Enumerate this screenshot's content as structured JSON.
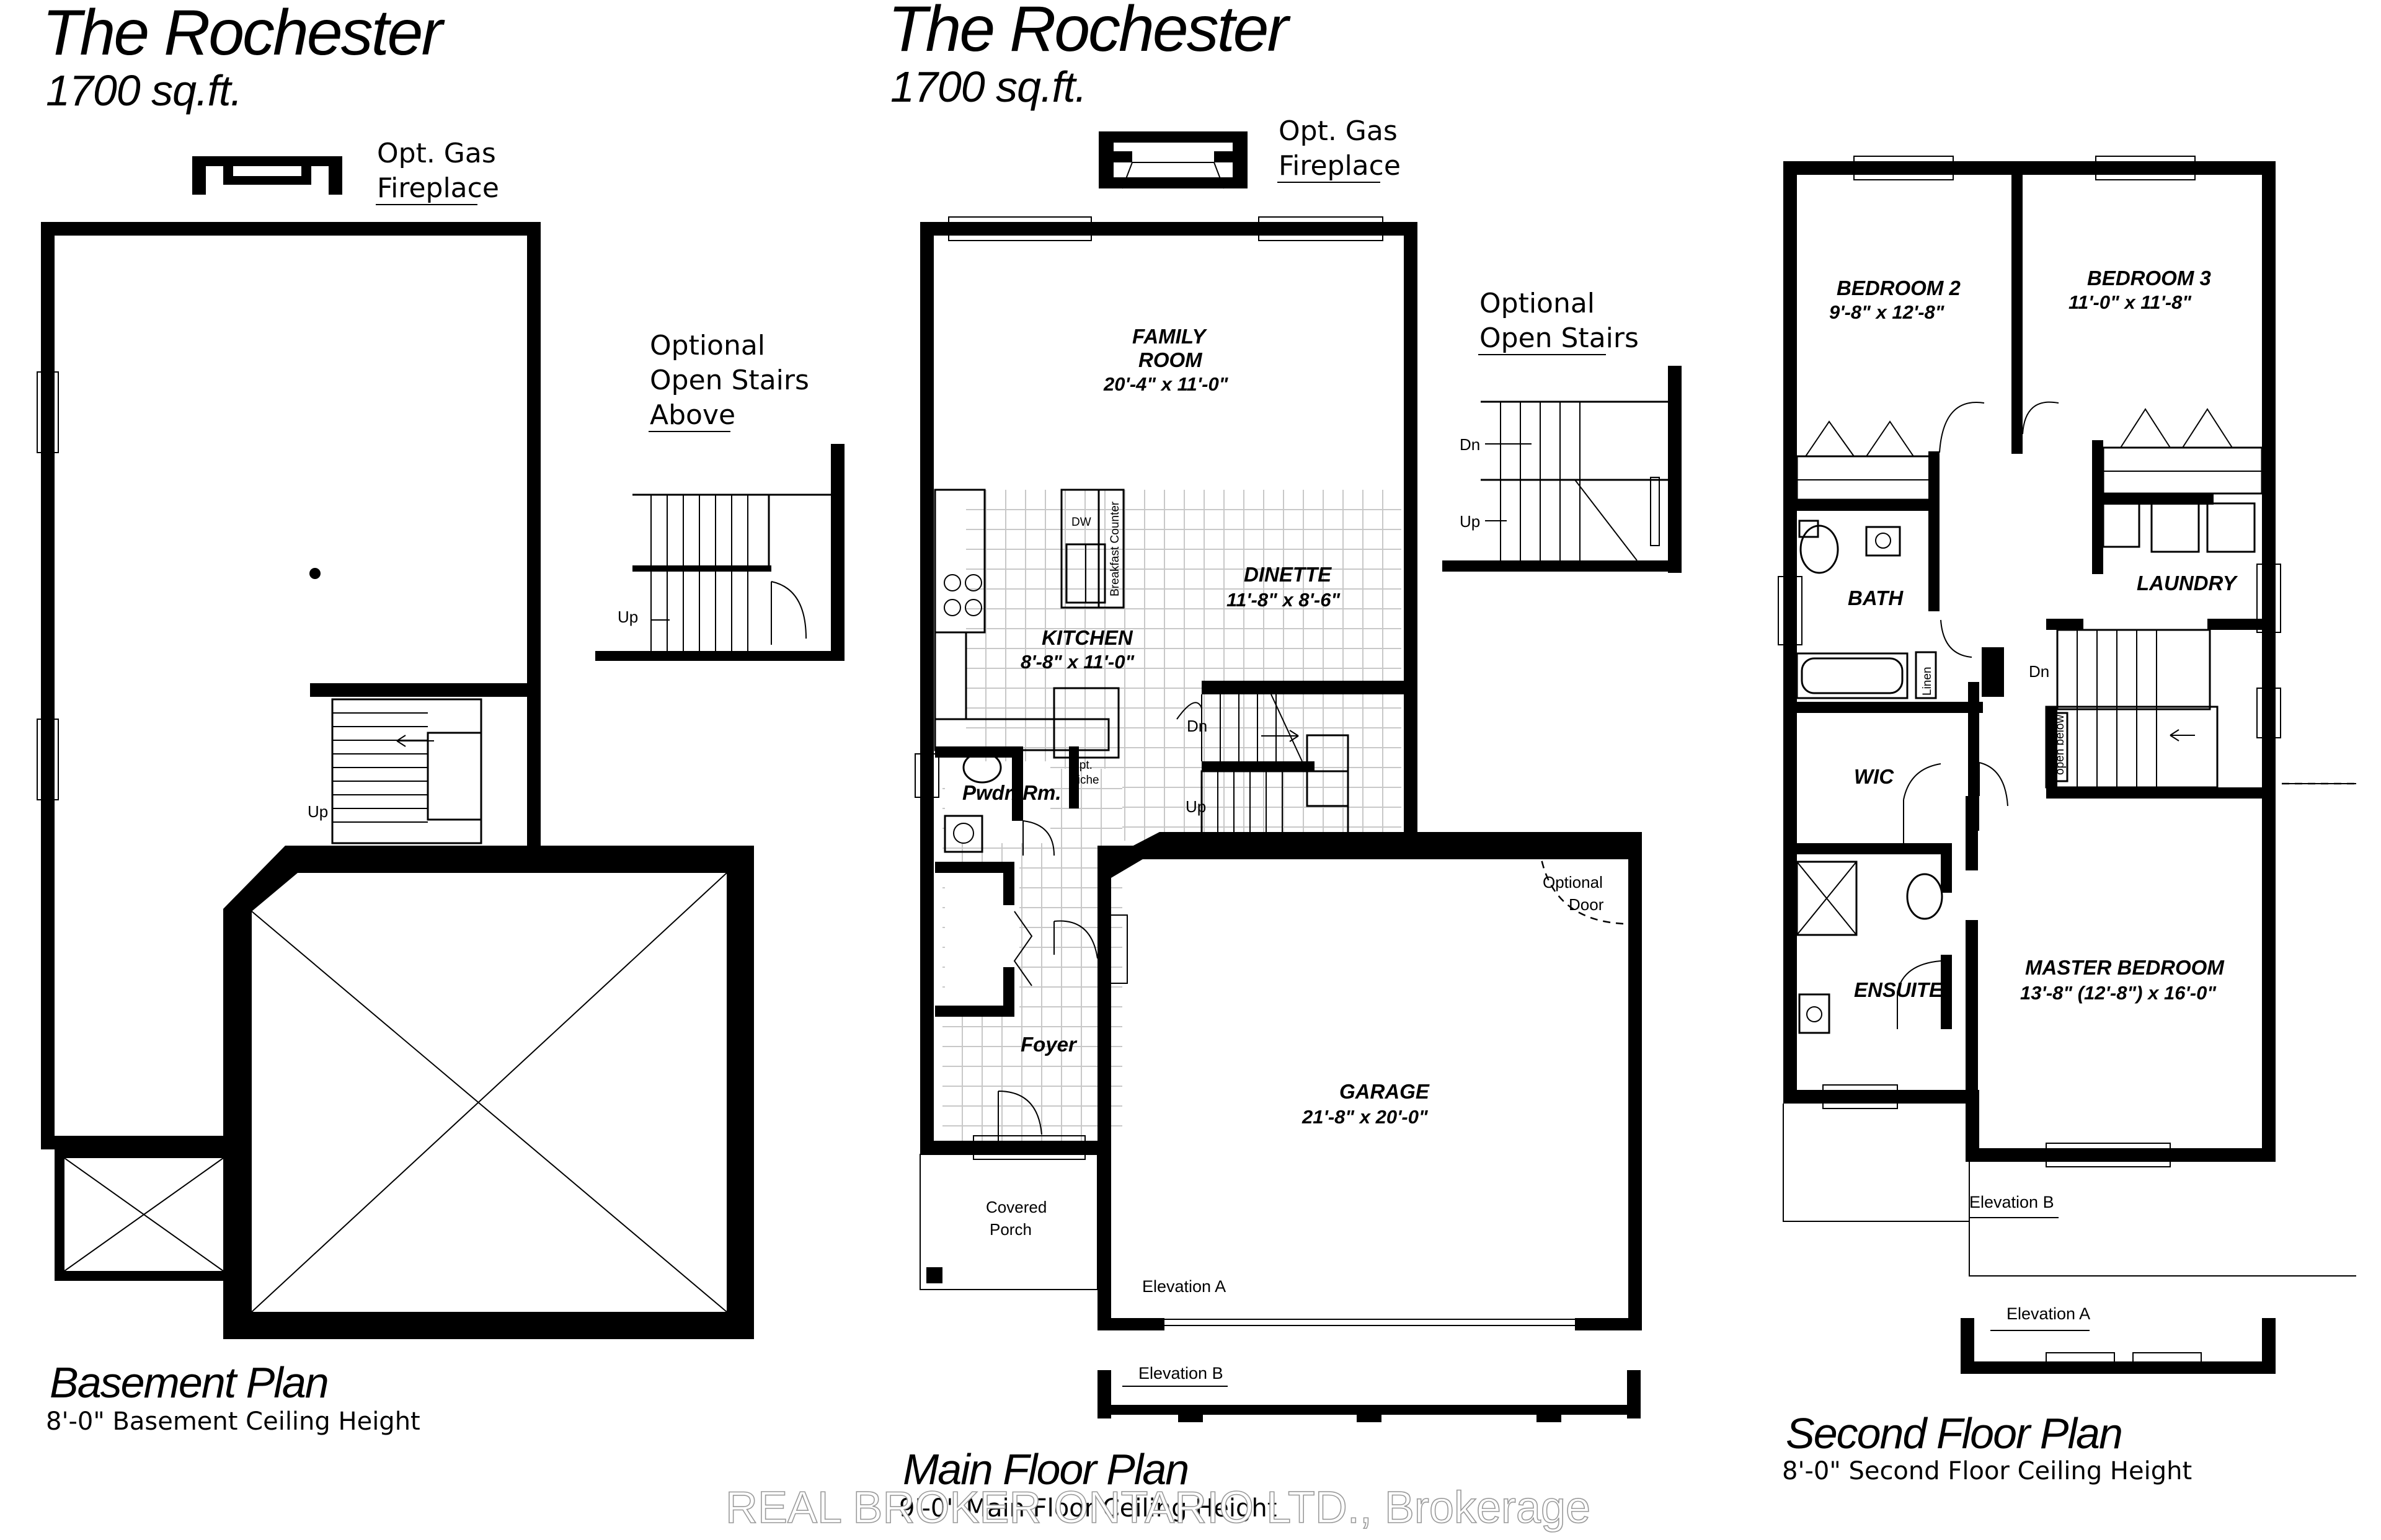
{
  "titles": {
    "basement_title": "The Rochester",
    "basement_sqft": "1700 sq.ft.",
    "main_title": "The Rochester",
    "main_sqft": "1700 sq.ft."
  },
  "plans": {
    "basement": {
      "name": "Basement Plan",
      "ceiling": "8'-0\" Basement Ceiling Height"
    },
    "main": {
      "name": "Main Floor Plan",
      "ceiling": "9'-0\" Main Floor Ceiling Height"
    },
    "second": {
      "name": "Second Floor Plan",
      "ceiling": "8'-0\" Second Floor Ceiling Height"
    }
  },
  "notes": {
    "gas_fireplace_l1": "Opt. Gas",
    "gas_fireplace_l2": "Fireplace",
    "opt_stairs_above_l1": "Optional",
    "opt_stairs_above_l2": "Open Stairs",
    "opt_stairs_above_l3": "Above",
    "opt_open_stairs_l1": "Optional",
    "opt_open_stairs_l2": "Open Stairs"
  },
  "rooms": {
    "family_l1": "FAMILY",
    "family_l2": "ROOM",
    "family_dim": "20'-4\" x 11'-0\"",
    "dinette": "DINETTE",
    "dinette_dim": "11'-8\" x 8'-6\"",
    "kitchen": "KITCHEN",
    "kitchen_dim": "8'-8\" x 11'-0\"",
    "powder": "Pwdr. Rm.",
    "opt_niche_l1": "Opt.",
    "opt_niche_l2": "Niche",
    "foyer": "Foyer",
    "garage": "GARAGE",
    "garage_dim": "21'-8\" x 20'-0\"",
    "optional_door_l1": "Optional",
    "optional_door_l2": "Door",
    "porch_l1": "Covered",
    "porch_l2": "Porch",
    "breakfast_counter": "Breakfast Counter",
    "dw": "DW",
    "bedroom2": "BEDROOM 2",
    "bedroom2_dim": "9'-8\" x 12'-8\"",
    "bedroom3": "BEDROOM 3",
    "bedroom3_dim": "11'-0\" x 11'-8\"",
    "bath": "BATH",
    "laundry": "LAUNDRY",
    "linen": "Linen",
    "wic": "WIC",
    "ensuite": "ENSUITE",
    "master": "MASTER BEDROOM",
    "master_dim": "13'-8\" (12'-8\") x 16'-0\"",
    "open_below": "open below"
  },
  "stairs": {
    "up": "Up",
    "dn": "Dn"
  },
  "elevations": {
    "a": "Elevation A",
    "b": "Elevation B"
  },
  "watermark": "REAL BROKER ONTARIO LTD., Brokerage"
}
